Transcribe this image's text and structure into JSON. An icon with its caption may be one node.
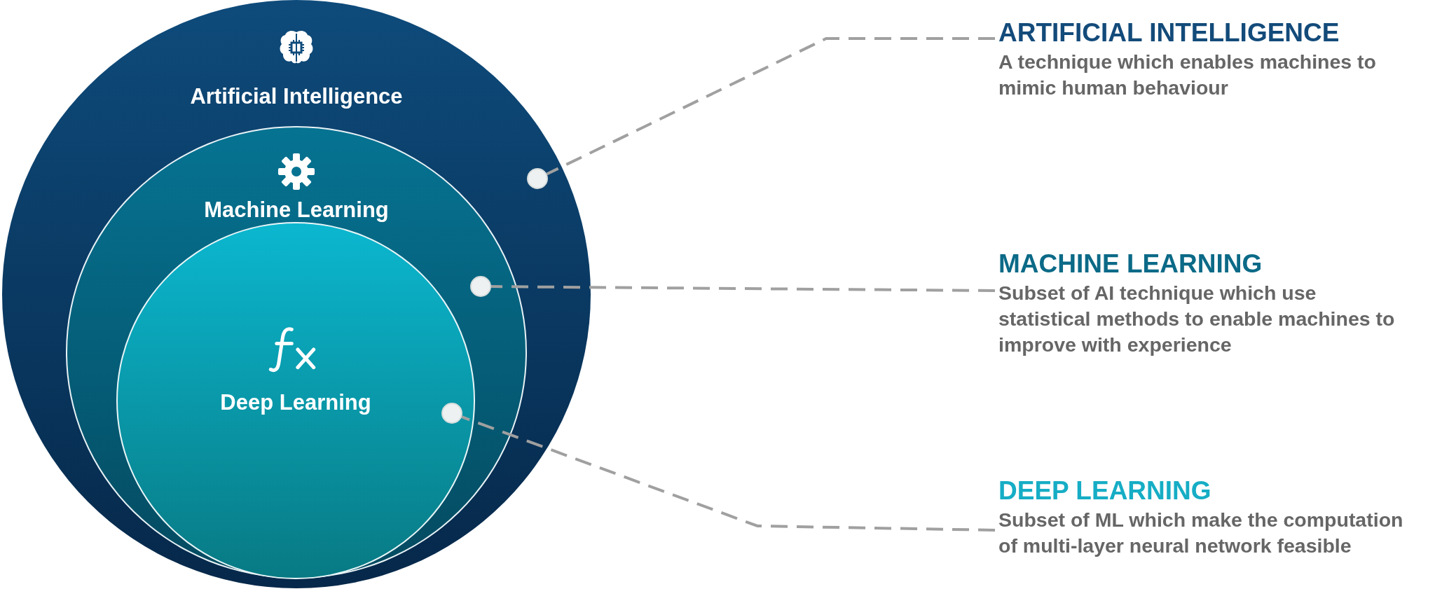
{
  "diagram": {
    "nodes": [
      {
        "text": [
          "Artificial Intelligence"
        ]
      },
      {
        "text": [
          "Machine Learning"
        ],
        "in": 0
      },
      {
        "text": [
          "Deep Learning"
        ],
        "in": 1
      },
      {
        "text": [],
        "shape": "circle",
        "in": 0
      },
      {
        "text": [],
        "shape": "circle",
        "in": 1
      },
      {
        "text": [],
        "shape": "circle",
        "in": 2
      },
      {
        "text": [
          "ARTIFICIAL INTELLIGENCE",
          "A technique which enables machines to mimic human behaviour"
        ]
      },
      {
        "text": [
          "MACHINE LEARNING",
          "Subset of AI technique which use statistical methods to enable machines to improve with experience"
        ]
      },
      {
        "text": [
          "DEEP LEARNING",
          "Subset of ML which make the computation of multi-layer neural network feasible"
        ]
      }
    ],
    "edges": [
      {
        "from": 6,
        "to": 3,
        "arrow": "none",
        "style": "dashed"
      },
      {
        "from": 7,
        "to": 4,
        "arrow": "none",
        "style": "dashed"
      },
      {
        "from": 8,
        "to": 5,
        "arrow": "none",
        "style": "dashed"
      }
    ]
  }
}
